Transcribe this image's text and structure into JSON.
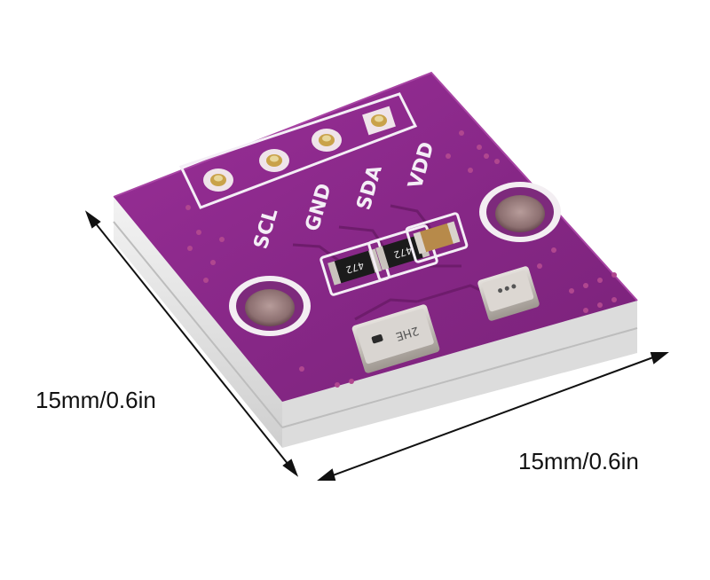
{
  "image": {
    "subject": "sensor-breakout-board",
    "colors": {
      "background": "#ffffff",
      "pcb_top": "#8a2a88",
      "pcb_edge": "#e6e6e6",
      "silkscreen": "#f4eef6",
      "gold": "#c9a24a",
      "metal": "#bdb7b2"
    }
  },
  "pins": {
    "labels": [
      "SCL",
      "GND",
      "SDA",
      "VDD"
    ]
  },
  "components": {
    "resistor_marking": "472",
    "sensor_marking": "2HE"
  },
  "dimensions": {
    "left": "15mm/0.6in",
    "right": "15mm/0.6in"
  }
}
